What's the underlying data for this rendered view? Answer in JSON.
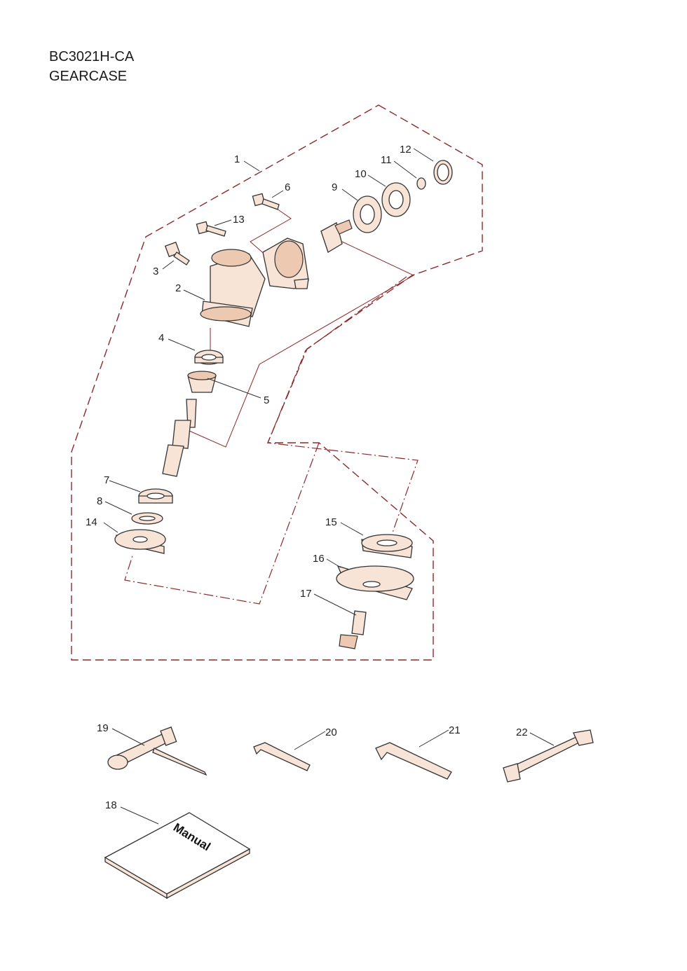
{
  "header": {
    "model": "BC3021H-CA",
    "section": "GEARCASE"
  },
  "callouts": {
    "c1": "1",
    "c2": "2",
    "c3": "3",
    "c4": "4",
    "c5": "5",
    "c6": "6",
    "c7": "7",
    "c8": "8",
    "c9": "9",
    "c10": "10",
    "c11": "11",
    "c12": "12",
    "c13": "13",
    "c14": "14",
    "c15": "15",
    "c16": "16",
    "c17": "17",
    "c18": "18",
    "c19": "19",
    "c20": "20",
    "c21": "21",
    "c22": "22"
  },
  "manual": {
    "label": "Manual"
  },
  "colors": {
    "part_fill": "#f7e4d6",
    "outline": "#333333",
    "guide_line": "#8a2a2a"
  }
}
